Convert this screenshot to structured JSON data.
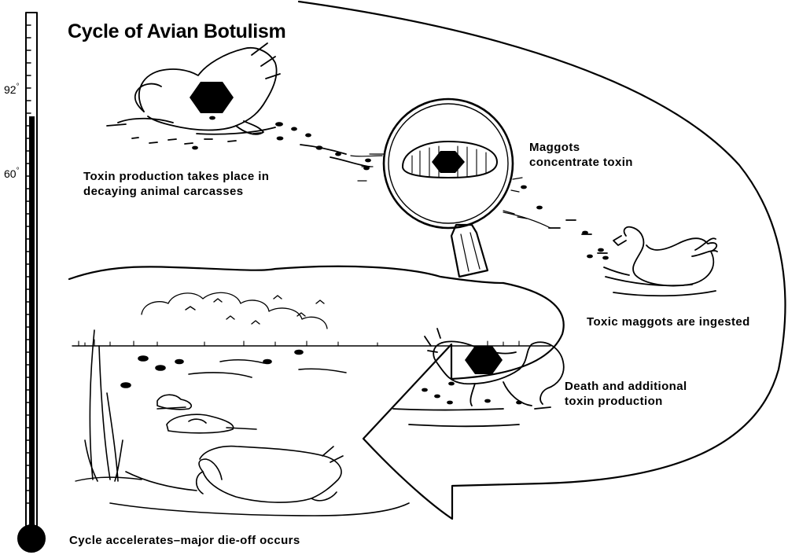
{
  "title": "Cycle of Avian Botulism",
  "thermometer": {
    "upper_mark": "92",
    "lower_mark": "60",
    "degree_symbol": "°"
  },
  "captions": {
    "toxin_production": [
      "Toxin production takes place in",
      "decaying animal carcasses"
    ],
    "maggots": [
      "Maggots",
      "concentrate toxin"
    ],
    "ingested": "Toxic maggots are ingested",
    "death": [
      "Death and additional",
      "toxin production"
    ],
    "cycle": "Cycle accelerates–major die-off occurs"
  },
  "icons": {
    "toxin_marker": "black-hexagon-icon",
    "magnifier": "magnifying-glass-icon",
    "bird": "duck-illustration",
    "arrow": "cycle-arrow"
  },
  "colors": {
    "ink": "#000000",
    "paper": "#ffffff"
  }
}
